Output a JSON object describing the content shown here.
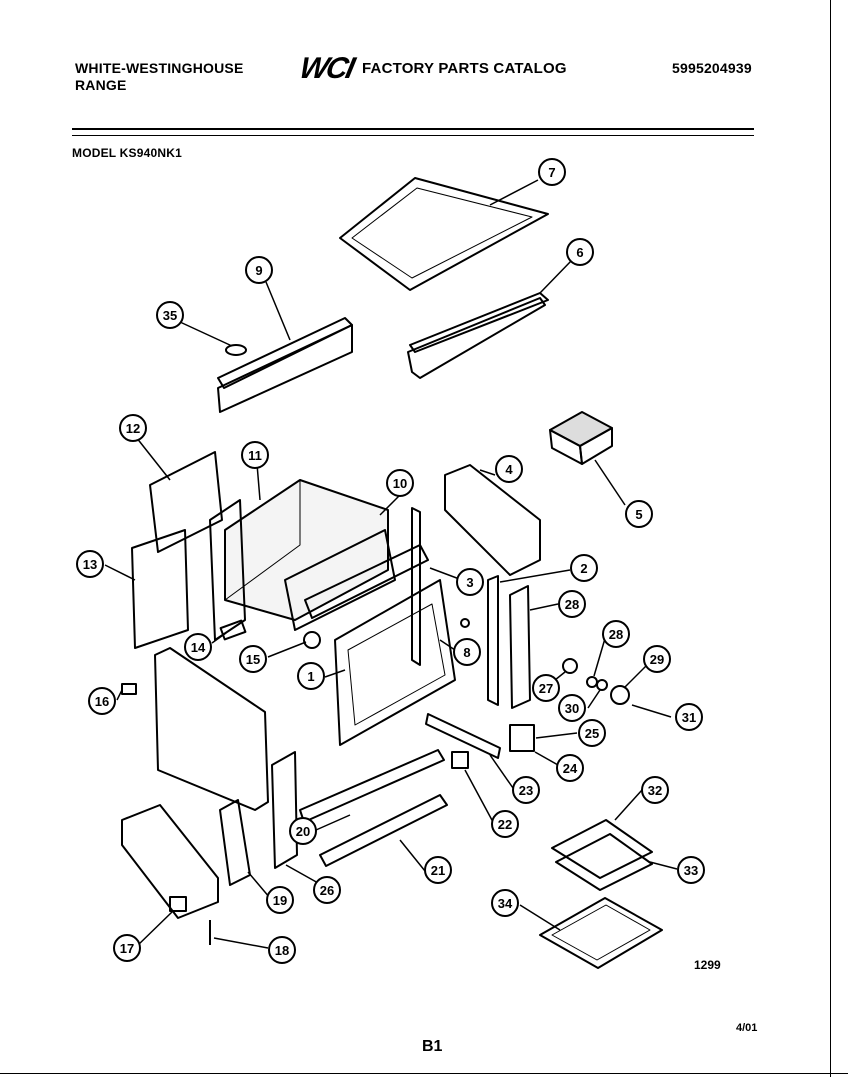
{
  "header": {
    "brand_line1": "WHITE-WESTINGHOUSE",
    "brand_line2": "RANGE",
    "logo": "WCI",
    "catalog": "FACTORY PARTS CATALOG",
    "part_number": "5995204939"
  },
  "model": "MODEL KS940NK1",
  "footer": {
    "drawing_code": "1299",
    "page_id": "B1",
    "date": "4/01"
  },
  "callouts": [
    "1",
    "2",
    "3",
    "4",
    "5",
    "6",
    "7",
    "8",
    "9",
    "10",
    "11",
    "12",
    "13",
    "14",
    "15",
    "16",
    "17",
    "18",
    "19",
    "20",
    "21",
    "22",
    "23",
    "24",
    "25",
    "26",
    "26",
    "27",
    "28",
    "28",
    "29",
    "30",
    "31",
    "32",
    "33",
    "34",
    "35"
  ]
}
